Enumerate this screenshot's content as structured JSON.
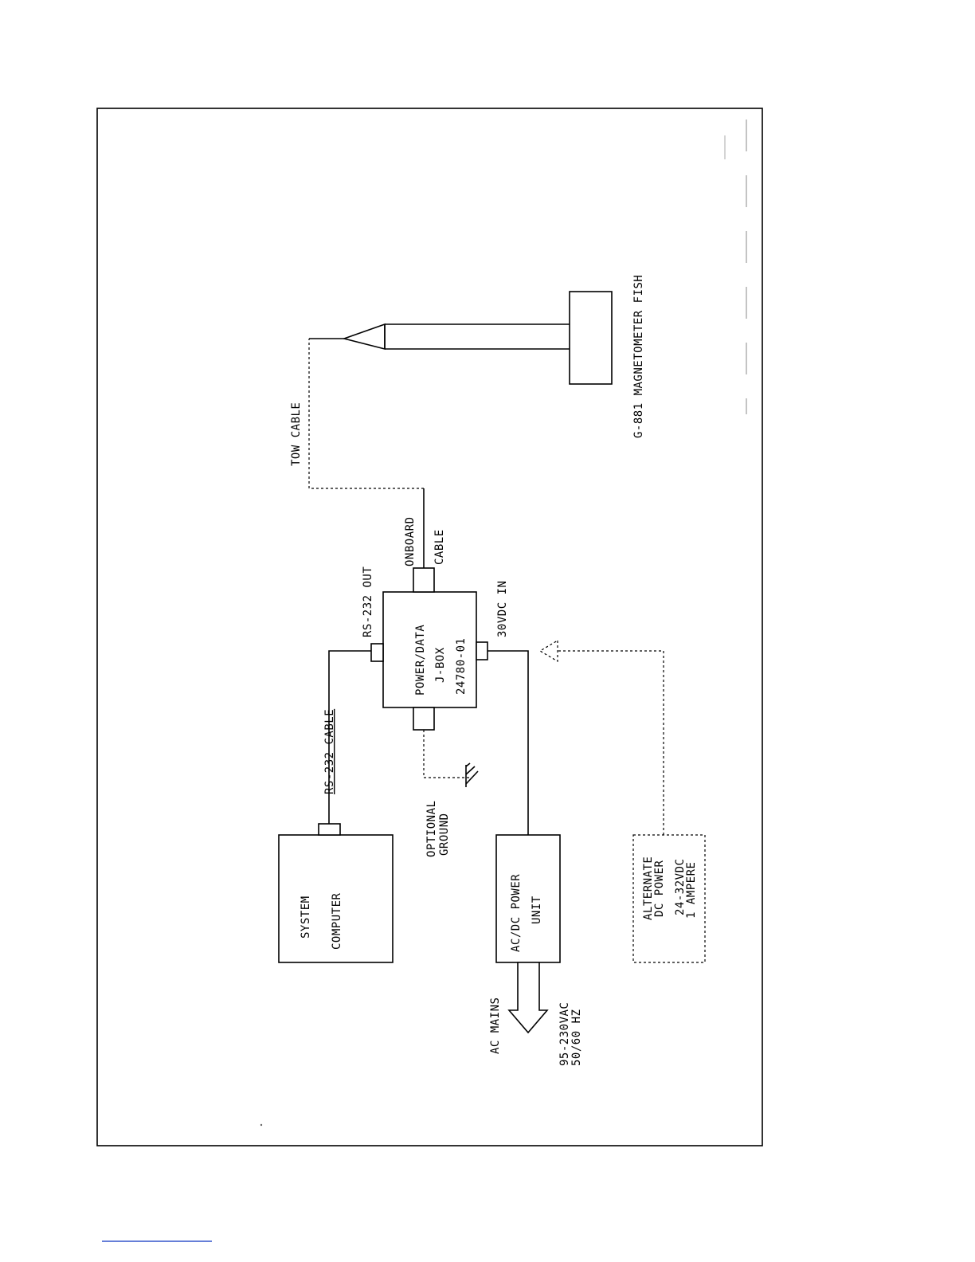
{
  "diagram": {
    "system_box": {
      "line1": "SYSTEM",
      "line2": "COMPUTER"
    },
    "rs232_cable": "RS-232 CABLE",
    "jbox": {
      "line1": "POWER/DATA",
      "line2": "J-BOX",
      "line3": "24780-01"
    },
    "rs232_out": "RS-232 OUT",
    "onboard_cable": {
      "line1": "ONBOARD",
      "line2": "CABLE"
    },
    "vdc_in": "30VDC IN",
    "optional_ground": {
      "line1": "OPTIONAL",
      "line2": "GROUND"
    },
    "acdc_box": {
      "line1": "AC/DC POWER",
      "line2": "UNIT"
    },
    "ac_mains": "AC MAINS",
    "voltage": {
      "line1": "95-230VAC",
      "line2": "50/60 HZ"
    },
    "alt_power": {
      "line1": "ALTERNATE",
      "line2": "DC POWER",
      "line3": "24-32VDC",
      "line4": "1 AMPERE"
    },
    "tow_cable": "TOW CABLE",
    "fish_label": "G-881 MAGNETOMETER FISH"
  }
}
